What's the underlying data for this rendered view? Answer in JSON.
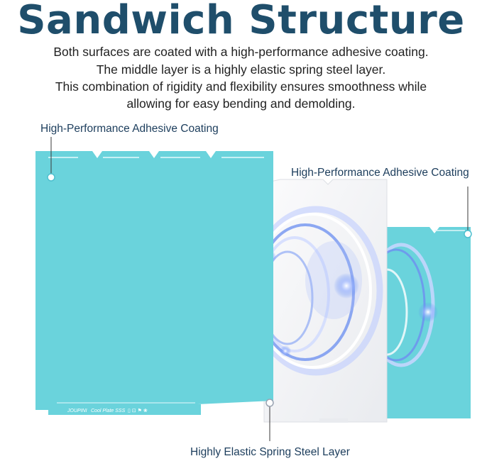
{
  "title": "Sandwich Structure",
  "description": [
    "Both surfaces are coated with a high-performance adhesive coating.",
    "The middle layer is a highly elastic spring steel layer.",
    "This combination of rigidity and flexibility ensures smoothness while",
    "allowing for easy bending and demolding."
  ],
  "labels": {
    "front_coating": "High-Performance Adhesive Coating",
    "back_coating": "High-Performance Adhesive Coating",
    "steel_layer": "Highly Elastic Spring Steel Layer"
  },
  "plate_markings": {
    "brand": "JOUPINI",
    "model": "Cool Plate SSS"
  },
  "colors": {
    "title": "#1f4e6b",
    "coating": "#6ad3dc",
    "steel": "#f4f4f6",
    "glow": "#4f7ff0",
    "leader_line": "#3a3a3a"
  }
}
